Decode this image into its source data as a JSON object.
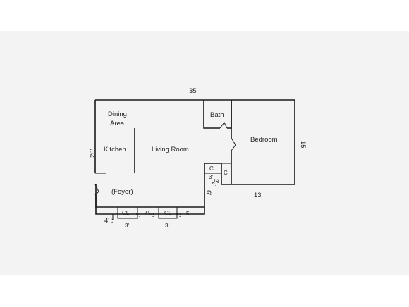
{
  "plan": {
    "dim_top": "35'",
    "dim_left": "20'",
    "dim_right": "15'",
    "dim_bedroom_bottom": "13'",
    "dim_hall_vertical": "6'",
    "dim_foyer_bottom": "4'",
    "rooms": {
      "dining_line1": "Dining",
      "dining_line2": "Area",
      "kitchen": "Kitchen",
      "living": "Living Room",
      "bath": "Bath",
      "bedroom": "Bedroom",
      "foyer": "(Foyer)"
    },
    "closets": {
      "hall_cl": "Cl",
      "hall_cl_right": "Cl",
      "cl_1": "CL",
      "cl_2": "CL",
      "cl_1_width": "3'",
      "cl_2_width": "3'",
      "hall_cl_width": "3'"
    },
    "small_dims": {
      "foyer_1": "1'",
      "cl1_depth": "2'",
      "gap_4": "4'",
      "gap_4_depth": "2'",
      "cl2_depth": "2'",
      "gap_5": "5'",
      "hall_2a": "2'",
      "hall_2b": "2'"
    }
  }
}
